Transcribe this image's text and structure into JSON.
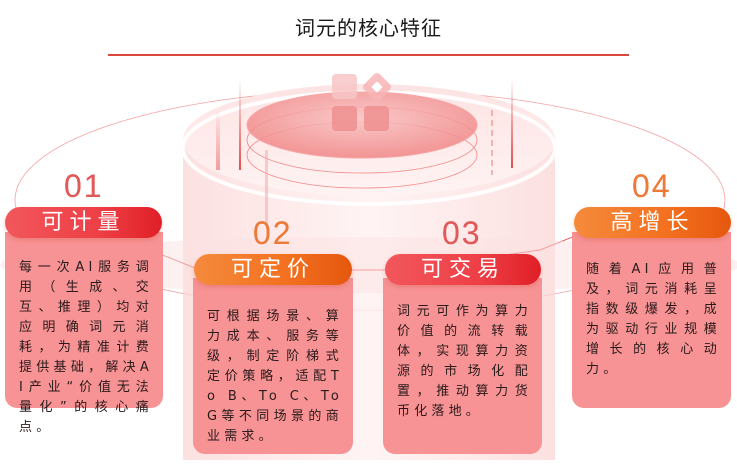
{
  "title": "词元的核心特征",
  "features": [
    {
      "number": "01",
      "label": "可计量",
      "description": "每一次AI服务调用（生成、交互、推理）均对应明确词元消耗，为精准计费提供基础，解决AI产业“价值无法量化”的核心痛点。"
    },
    {
      "number": "02",
      "label": "可定价",
      "description": "可根据场景、算力成本、服务等级，制定阶梯式定价策略，适配To B、To C、To G等不同场景的商业需求。"
    },
    {
      "number": "03",
      "label": "可交易",
      "description": "词元可作为算力价值的流转载体，实现算力资源的市场化配置，推动算力货币化落地。"
    },
    {
      "number": "04",
      "label": "高增长",
      "description": "随着AI应用普及，词元消耗呈指数级爆发，成为驱动行业规模增长的核心动力。"
    }
  ],
  "colors": {
    "accent_red": "#ee3f46",
    "accent_orange": "#f3701f",
    "card_fill": "#f79394",
    "title_rule": "#d9473b"
  },
  "icons": [
    "app-grid-icon"
  ]
}
